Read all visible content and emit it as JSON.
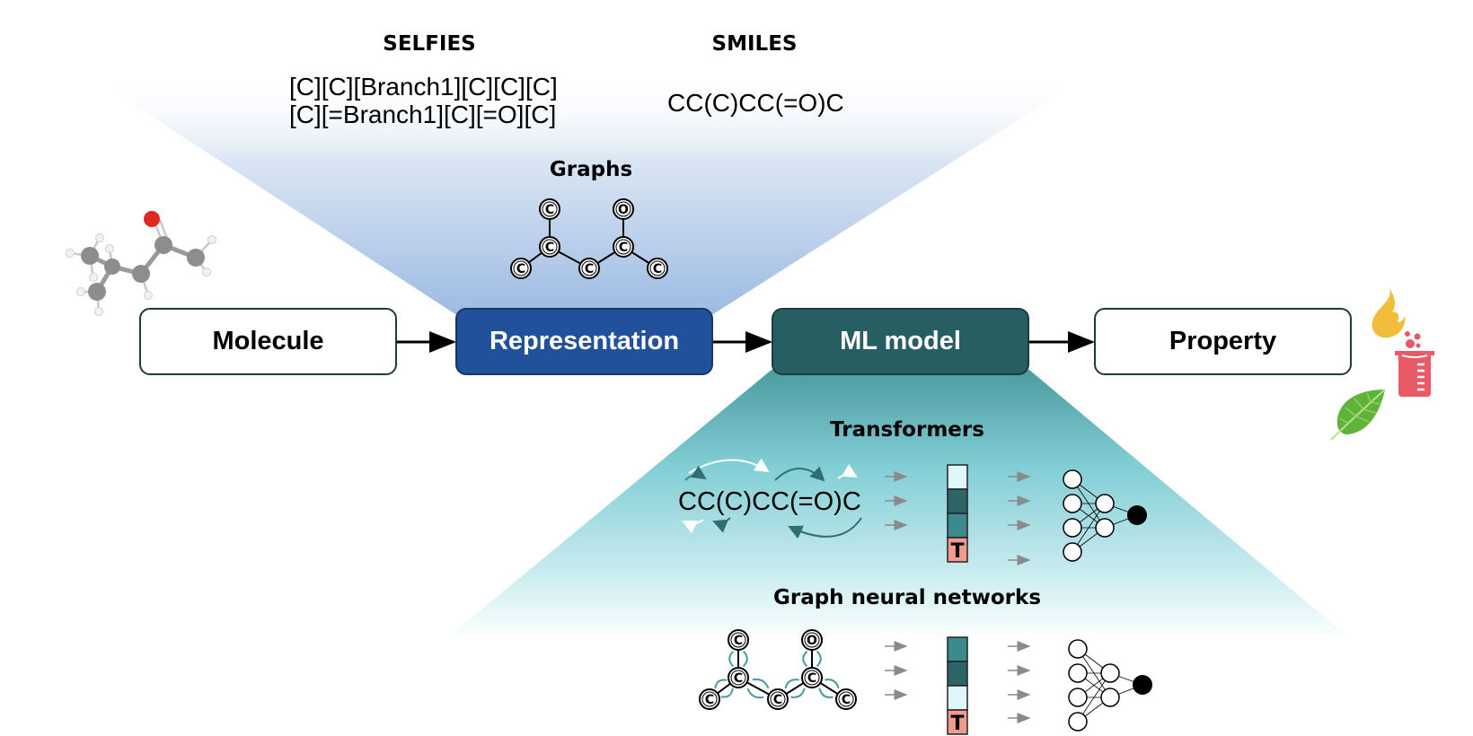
{
  "pipeline": {
    "steps": [
      {
        "label": "Molecule",
        "style": "white"
      },
      {
        "label": "Representation",
        "style": "blue"
      },
      {
        "label": "ML model",
        "style": "teal"
      },
      {
        "label": "Property",
        "style": "white"
      }
    ]
  },
  "representations": {
    "selfies": {
      "title": "SELFIES",
      "lines": [
        "[C][C][Branch1][C][C][C]",
        "[C][=Branch1][C][=O][C]"
      ]
    },
    "smiles": {
      "title": "SMILES",
      "value": "CC(C)CC(=O)C"
    },
    "graphs": {
      "title": "Graphs",
      "atoms": [
        "C",
        "C",
        "C",
        "C",
        "C",
        "O",
        "C"
      ]
    }
  },
  "models": {
    "transformers": {
      "title": "Transformers",
      "sequence": "CC(C)CC(=O)C",
      "token_label": "T"
    },
    "gnn": {
      "title": "Graph neural networks",
      "atoms": [
        "C",
        "C",
        "C",
        "C",
        "C",
        "O",
        "C"
      ],
      "token_label": "T"
    }
  },
  "property_icons": [
    "flame-icon",
    "beaker-icon",
    "leaf-icon"
  ],
  "colors": {
    "representation_blue": "#22519b",
    "model_teal": "#265e62",
    "fan_blue": "#a9c3e6",
    "fan_teal": "#5fb0b5",
    "token_light": "#dff7f9",
    "token_dark": "#2c6468",
    "token_mid": "#3d8a8e",
    "token_T": "#f29a8e",
    "flame": "#f2bd3a",
    "beaker": "#e85a66",
    "leaf": "#5fb33a",
    "oxygen": "#e02a20"
  }
}
